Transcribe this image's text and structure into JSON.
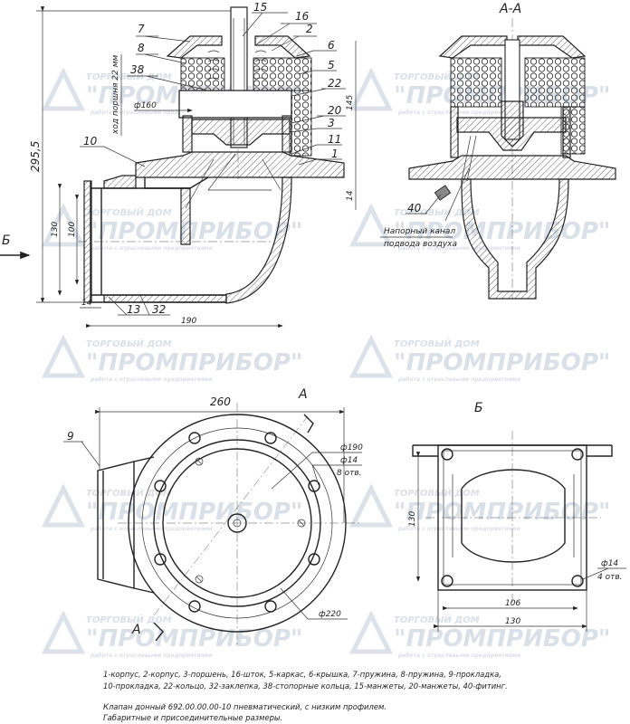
{
  "view_titles": {
    "section": "А-А",
    "view_b": "Б",
    "cut_mark": "А"
  },
  "callouts_top": [
    "15",
    "16",
    "2",
    "7",
    "8",
    "6",
    "5",
    "38",
    "22",
    "20",
    "3",
    "10",
    "11",
    "1"
  ],
  "callouts_bottom": [
    "13",
    "32",
    "40",
    "9"
  ],
  "dimensions": {
    "height_total": "295,5",
    "piston_stroke": "ход поршня 22 мм",
    "d160": "ф160",
    "d145": "145",
    "d14v": "14",
    "d130": "130",
    "d100": "100",
    "w14": "14",
    "w190": "190",
    "w260": "260",
    "d190": "ф190",
    "d14": "ф14",
    "holes8": "8 отв.",
    "d220": "ф220",
    "b130": "130",
    "b106": "106",
    "b130w": "130",
    "bd14": "ф14",
    "holes4": "4 отв."
  },
  "annotation_air": [
    "Напорный канал",
    "подвода воздуха"
  ],
  "view_arrow_b": "Б",
  "watermark": {
    "line1": "ТОРГОВЫЙ ДОМ",
    "line2": "\"ПРОМПРИБОР\"",
    "line3": "работа с отраслевыми предприятиями"
  },
  "legend": [
    "1-корпус, 2-корпус, 3-поршень, 16-шток, 5-каркас, 6-крышка, 7-пружина, 8-пружина, 9-прокладка,",
    "10-прокладка, 22-кольцо, 32-заклепка, 38-стопорные кольца, 15-манжеты, 20-манжеты, 40-фитинг."
  ],
  "caption": [
    "Клапан донный 692.00.00.00-10 пневматический, с низким профилем.",
    "Габаритные и присоединительные размеры."
  ]
}
